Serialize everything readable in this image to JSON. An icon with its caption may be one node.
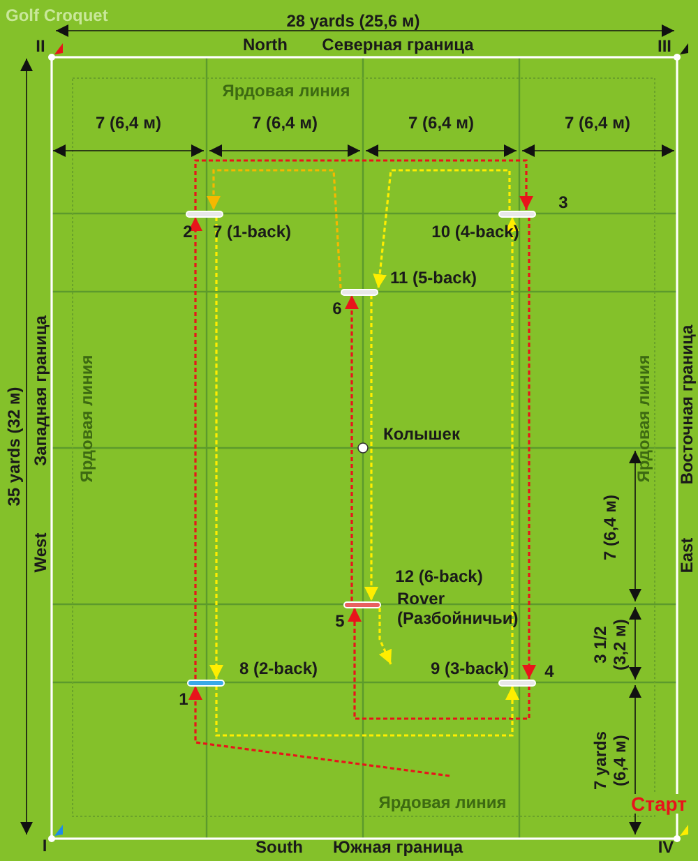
{
  "diagram": {
    "title": "Golf Croquet",
    "nodes": [
      {
        "text": [],
        "shape": "bar",
        "beside": [
          "2",
          "7 (1-back)"
        ]
      },
      {
        "text": [],
        "shape": "bar",
        "beside": [
          "3",
          "10 (4-back)"
        ]
      },
      {
        "text": [],
        "shape": "bar",
        "beside": [
          "11 (5-back)",
          "6"
        ]
      },
      {
        "text": [],
        "shape": "bar",
        "beside": [
          "12 (6-back)",
          "Rover (Разбойничьи)",
          "5"
        ]
      },
      {
        "text": [],
        "shape": "bar",
        "beside": [
          "8 (2-back)",
          "1"
        ]
      },
      {
        "text": [],
        "shape": "bar",
        "beside": [
          "9 (3-back)",
          "4"
        ]
      }
    ],
    "edges": [
      {
        "from": null,
        "to": 4,
        "arrow": "to",
        "style": "dashed",
        "color": "#e8141b"
      },
      {
        "from": 4,
        "to": 0,
        "arrow": "to",
        "style": "dashed",
        "color": "#e8141b"
      },
      {
        "from": 0,
        "to": 1,
        "arrow": "to",
        "style": "dashed",
        "color": "#e8141b"
      },
      {
        "from": 1,
        "to": 5,
        "arrow": "to",
        "style": "dashed",
        "color": "#e8141b"
      },
      {
        "from": 5,
        "to": 3,
        "arrow": "to",
        "style": "dashed",
        "color": "#e8141b"
      },
      {
        "from": 3,
        "to": 2,
        "arrow": "to",
        "style": "dashed",
        "color": "#e8141b"
      },
      {
        "from": 2,
        "to": 0,
        "arrow": "to",
        "style": "dashed",
        "color": "#f5b800"
      },
      {
        "from": 0,
        "to": 4,
        "arrow": "to",
        "style": "dashed",
        "color": "#ffee00"
      },
      {
        "from": 4,
        "to": 5,
        "arrow": "to",
        "style": "dashed",
        "color": "#ffee00"
      },
      {
        "from": 5,
        "to": 1,
        "arrow": "to",
        "style": "dashed",
        "color": "#ffee00"
      },
      {
        "from": 1,
        "to": 2,
        "arrow": "to",
        "style": "dashed",
        "color": "#ffee00"
      },
      {
        "from": 2,
        "to": 3,
        "arrow": "to",
        "style": "dashed",
        "color": "#ffee00"
      },
      {
        "from": 3,
        "to": null,
        "arrow": "to",
        "style": "dashed",
        "color": "#ffee00"
      }
    ],
    "labels": [
      "28 yards (25,6 м)",
      "II",
      "North",
      "Северная граница",
      "III",
      "Ярдовая линия",
      "7 (6,4 м)",
      "7 (6,4 м)",
      "7 (6,4 м)",
      "7 (6,4 м)",
      "35 yards (32 м)",
      "Западная граница",
      "Ярдовая линия",
      "Ярдовая линия",
      "Восточная граница",
      "Колышек",
      "West",
      "7 (6,4 м)",
      "East",
      "3 1/2 (3,2 м)",
      "7 yards (6,4 м)",
      "Ярдовая линия",
      "Старт",
      "I",
      "South",
      "Южная граница",
      "IV"
    ]
  }
}
